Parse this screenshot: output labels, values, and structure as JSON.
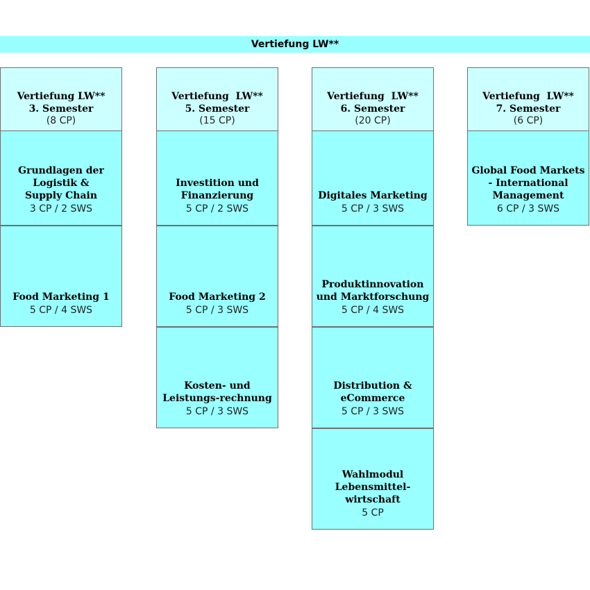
{
  "banner": "Vertiefung LW**",
  "columns": [
    {
      "title": "Vertiefung LW**",
      "semester": "3. Semester",
      "cp": "(8 CP)",
      "modules": [
        {
          "title": "Grundlagen der\nLogistik &\nSupply Chain",
          "cp": "3 CP / 2 SWS"
        },
        {
          "title": "Food Marketing 1",
          "cp": "5 CP / 4 SWS"
        }
      ]
    },
    {
      "title": "Vertiefung  LW**",
      "semester": "5. Semester",
      "cp": "(15 CP)",
      "modules": [
        {
          "title": "Investition und\nFinanzierung",
          "cp": "5 CP / 2 SWS"
        },
        {
          "title": "Food Marketing 2",
          "cp": "5 CP / 3 SWS"
        },
        {
          "title": "Kosten- und\nLeistungs-rechnung",
          "cp": "5 CP / 3 SWS"
        }
      ]
    },
    {
      "title": "Vertiefung  LW**",
      "semester": "6. Semester",
      "cp": "(20 CP)",
      "modules": [
        {
          "title": "Digitales Marketing",
          "cp": "5 CP / 3 SWS"
        },
        {
          "title": "Produktinnovation\nund Marktforschung",
          "cp": "5 CP / 4 SWS"
        },
        {
          "title": "Distribution &\neCommerce",
          "cp": "5 CP / 3 SWS"
        },
        {
          "title": "Wahlmodul\nLebensmittel-\nwirtschaft",
          "cp": "5 CP"
        }
      ]
    },
    {
      "title": "Vertiefung  LW**",
      "semester": "7. Semester",
      "cp": "(6 CP)",
      "modules": [
        {
          "title": "Global Food Markets\n- International\nManagement",
          "cp": "6 CP / 3 SWS"
        }
      ]
    }
  ]
}
